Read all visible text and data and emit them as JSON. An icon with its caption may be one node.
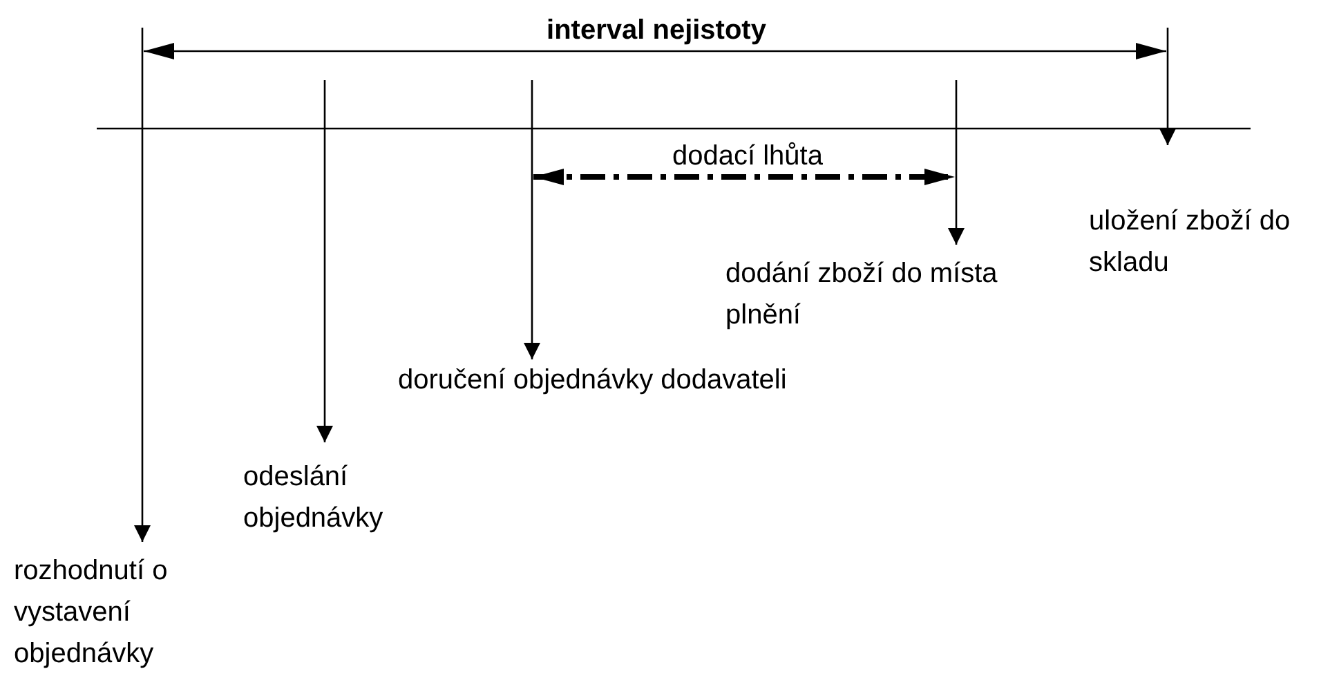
{
  "diagram": {
    "nodes": [
      {
        "text": [
          "rozhodnutí o vystavení objednávky"
        ]
      },
      {
        "text": [
          "odeslání objednávky"
        ]
      },
      {
        "text": [
          "doručení objednávky dodavateli"
        ]
      },
      {
        "text": [
          "dodání zboží do místa plnění"
        ]
      },
      {
        "text": [
          "uložení zboží do skladu"
        ]
      }
    ],
    "edges": [
      {
        "from": null,
        "to": 0,
        "arrow": "to"
      },
      {
        "from": null,
        "to": 1,
        "arrow": "to"
      },
      {
        "from": null,
        "to": 2,
        "arrow": "to"
      },
      {
        "from": null,
        "to": 3,
        "arrow": "to"
      },
      {
        "from": null,
        "to": 4,
        "arrow": "to"
      }
    ],
    "labels": [
      "interval nejistoty",
      "dodací lhůta"
    ]
  }
}
